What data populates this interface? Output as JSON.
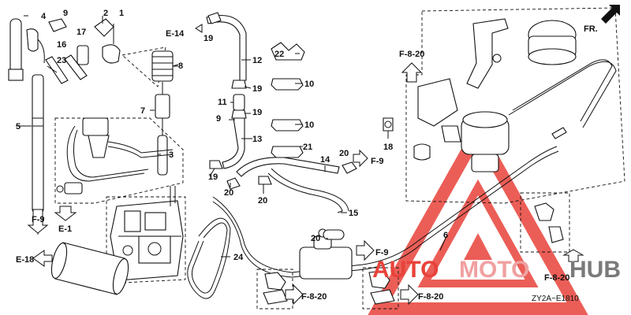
{
  "diagram_code": "ZY2A−E1810",
  "watermark": {
    "text_red": "AUTO",
    "text_pink": "MOTO",
    "text_gray": "HUB",
    "colors": {
      "red": "#e8423a",
      "pink": "#f0a0a0",
      "gray": "#7a7a7a"
    }
  },
  "references": {
    "fr": "FR.",
    "e14": "E-14",
    "e1": "E-1",
    "e18": "E-18",
    "f9_left": "F-9",
    "f9_mid": "F-9",
    "f9_low": "F-9",
    "f820_top": "F-8-20",
    "f820_right": "F-8-20",
    "f820_bl": "F-8-20",
    "f820_bm": "F-8-20"
  },
  "parts": {
    "p1": "1",
    "p2": "2",
    "p3": "3",
    "p4": "4",
    "p5": "5",
    "p6": "6",
    "p7": "7",
    "p8": "8",
    "p9a": "9",
    "p9b": "9",
    "p10a": "10",
    "p10b": "10",
    "p11": "11",
    "p12": "12",
    "p13": "13",
    "p14": "14",
    "p15": "15",
    "p16": "16",
    "p17": "17",
    "p18": "18",
    "p19a": "19",
    "p19b": "19",
    "p19c": "19",
    "p19d": "19",
    "p20a": "20",
    "p20b": "20",
    "p20c": "20",
    "p20d": "20",
    "p21": "21",
    "p22": "22",
    "p23": "23",
    "p24": "24"
  }
}
